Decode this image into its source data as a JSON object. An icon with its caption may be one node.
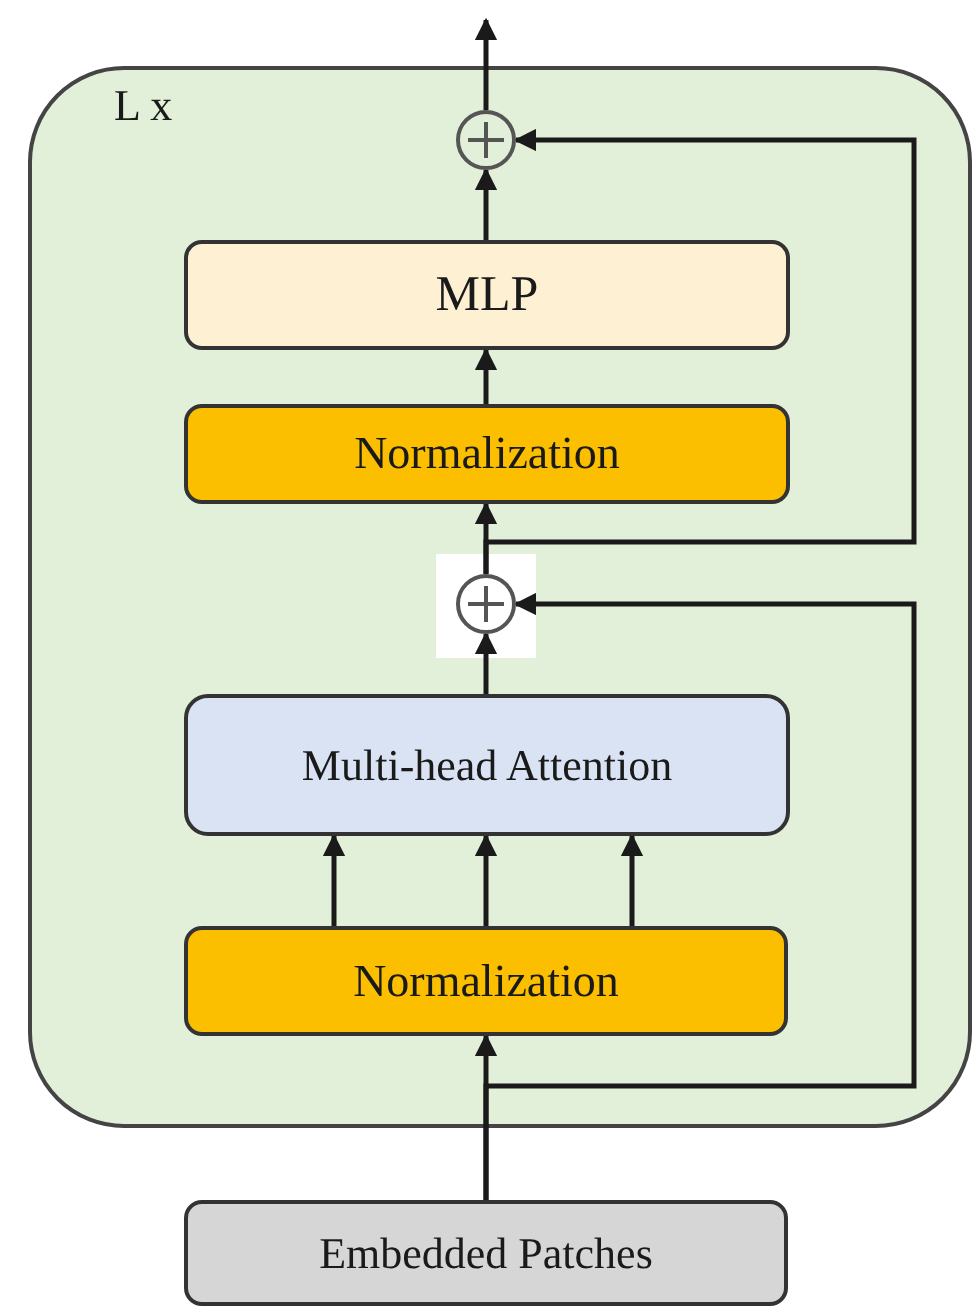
{
  "diagram": {
    "nodes": [
      {
        "text": [
          "L x"
        ]
      },
      {
        "text": [],
        "shape": "circle",
        "in": 0
      },
      {
        "text": [
          "MLP"
        ],
        "in": 0
      },
      {
        "text": [
          "Normalization"
        ],
        "in": 0
      },
      {
        "text": [],
        "shape": "circle",
        "in": 0
      },
      {
        "text": [
          "Multi-head Attention"
        ],
        "in": 0
      },
      {
        "text": [
          "Normalization"
        ],
        "in": 0
      },
      {
        "text": [
          "Embedded Patches"
        ]
      }
    ],
    "edges": [
      {
        "from": 7,
        "to": 6,
        "arrow": "to"
      },
      {
        "from": 7,
        "to": 4,
        "arrow": "to"
      },
      {
        "from": 6,
        "to": 5,
        "arrow": "to"
      },
      {
        "from": 6,
        "to": 5,
        "arrow": "to"
      },
      {
        "from": 6,
        "to": 5,
        "arrow": "to"
      },
      {
        "from": 5,
        "to": 4,
        "arrow": "to"
      },
      {
        "from": 4,
        "to": 3,
        "arrow": "to"
      },
      {
        "from": 4,
        "to": 1,
        "arrow": "to"
      },
      {
        "from": 3,
        "to": 2,
        "arrow": "to"
      },
      {
        "from": 2,
        "to": 1,
        "arrow": "to"
      },
      {
        "from": 1,
        "to": null,
        "arrow": "to"
      }
    ]
  }
}
